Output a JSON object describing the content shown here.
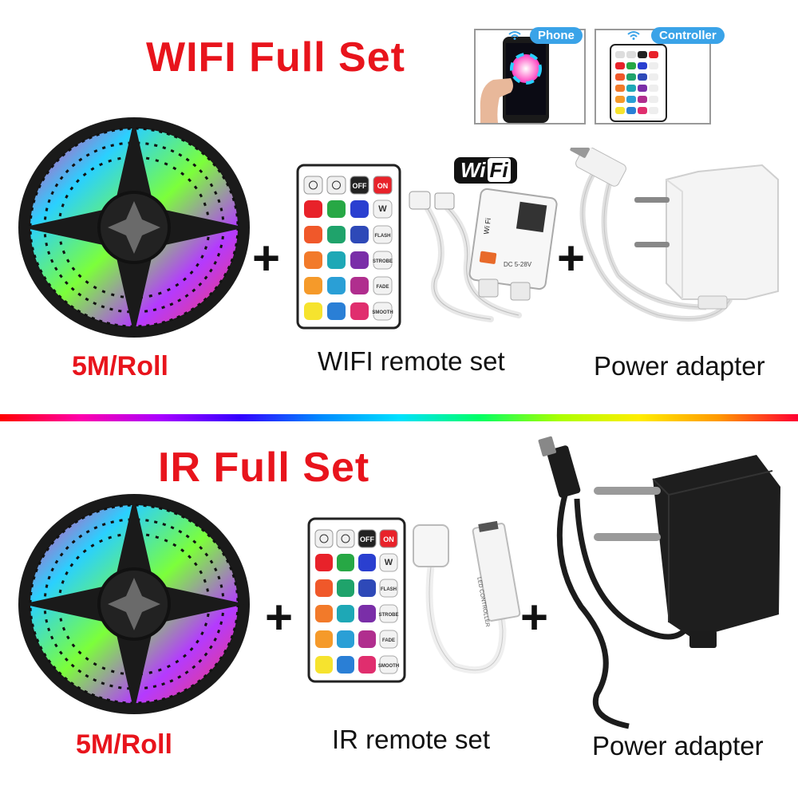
{
  "wifi_set": {
    "title": "WIFI Full Set",
    "phone_badge": "Phone",
    "controller_badge": "Controller",
    "wifi_logo": {
      "wi": "Wi",
      "fi": "Fi"
    },
    "strip_caption": "5M/Roll",
    "remote_caption": "WIFI remote set",
    "adapter_caption": "Power adapter",
    "plus": "+"
  },
  "ir_set": {
    "title": "IR Full Set",
    "strip_caption": "5M/Roll",
    "remote_caption": "IR remote set",
    "adapter_caption": "Power adapter",
    "plus": "+"
  },
  "remote": {
    "top_labels": [
      "",
      "",
      "OFF",
      "ON"
    ],
    "side_labels": [
      "W",
      "FLASH",
      "STROBE",
      "FADE",
      "SMOOTH"
    ],
    "color_rows": [
      [
        "#e8222a",
        "#27a845",
        "#2a3fd0"
      ],
      [
        "#f0582a",
        "#1fa36b",
        "#2e49b8"
      ],
      [
        "#f27a2a",
        "#1ea8b6",
        "#7a2ea8"
      ],
      [
        "#f59a2a",
        "#2a9fd6",
        "#b02e8e"
      ],
      [
        "#f6e32e",
        "#2a7fd6",
        "#e02e6e"
      ]
    ]
  },
  "controller": {
    "wifi_label": "Wi Fi",
    "voltage_label": "DC 5-28V",
    "ir_label": "LED CONTROLLER"
  },
  "colors": {
    "title_red": "#e8141c",
    "badge_blue": "#3aa3e8",
    "adapter_white": "#f4f4f4",
    "adapter_black": "#1c1c1c"
  }
}
